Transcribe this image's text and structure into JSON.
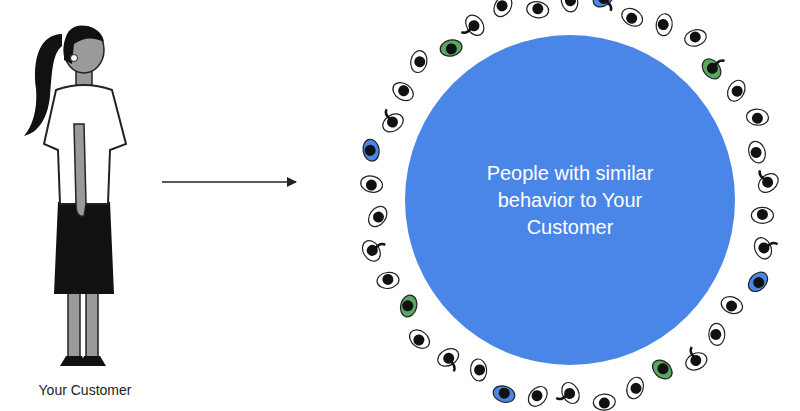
{
  "diagram": {
    "nodes": [
      {
        "text": [
          "Your Customer"
        ]
      },
      {
        "text": [
          "People with similar behavior to Your Customer"
        ]
      }
    ],
    "edges": [
      {
        "from": 0,
        "to": 1,
        "arrow": "to"
      }
    ]
  }
}
